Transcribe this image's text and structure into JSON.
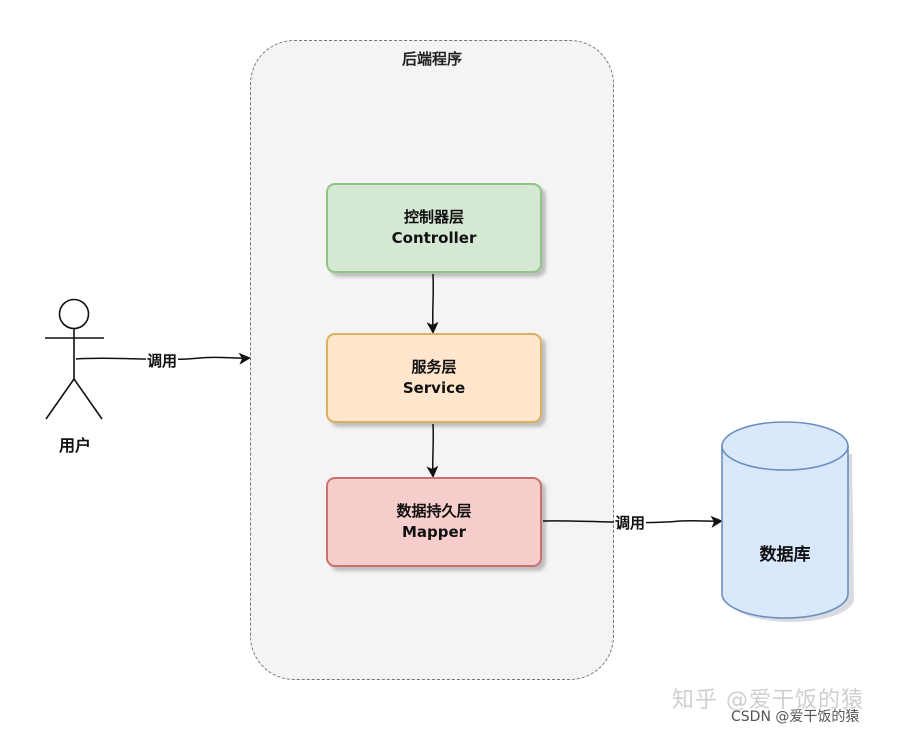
{
  "container": {
    "title": "后端程序"
  },
  "layers": {
    "controller": {
      "name_cn": "控制器层",
      "name_en": "Controller"
    },
    "service": {
      "name_cn": "服务层",
      "name_en": "Service"
    },
    "mapper": {
      "name_cn": "数据持久层",
      "name_en": "Mapper"
    }
  },
  "actor": {
    "label": "用户"
  },
  "edges": {
    "user_to_backend": "调用",
    "mapper_to_db": "调用"
  },
  "database": {
    "label": "数据库"
  },
  "watermarks": {
    "zhihu": "知乎 @爱干饭的猿",
    "csdn": "CSDN @爱干饭的猿"
  },
  "colors": {
    "controller_fill": "#d5e8d4",
    "service_fill": "#ffe6cc",
    "mapper_fill": "#f8cecc",
    "database_fill": "#dae8fc"
  }
}
